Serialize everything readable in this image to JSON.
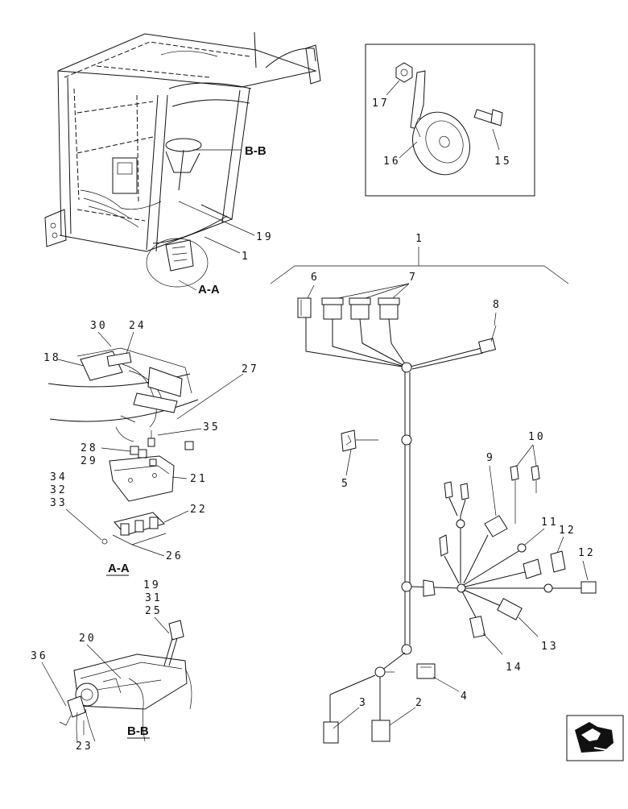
{
  "views": {
    "aa": "A-A",
    "bb": "B-B",
    "aa_section": "A-A",
    "bb_section": "B-B"
  },
  "callouts": {
    "c1": "1",
    "c2": "2",
    "c3": "3",
    "c4": "4",
    "c5": "5",
    "c6": "6",
    "c7": "7",
    "c8": "8",
    "c9": "9",
    "c10": "10",
    "c11": "11",
    "c12a": "12",
    "c12b": "12",
    "c13": "13",
    "c14": "14",
    "c15": "15",
    "c16": "16",
    "c17": "17",
    "c18": "18",
    "c19a": "19",
    "c19b": "19",
    "c20": "20",
    "c21": "21",
    "c22": "22",
    "c23": "23",
    "c24": "24",
    "c25a": "25",
    "c26": "26",
    "c27": "27",
    "c28": "28",
    "c29": "29",
    "c30": "30",
    "c31": "31",
    "c32": "32",
    "c33": "33",
    "c34": "34",
    "c35": "35",
    "c36": "36",
    "c_unlabeled": "1"
  },
  "icons": {
    "navigation": "arrow-icon"
  }
}
